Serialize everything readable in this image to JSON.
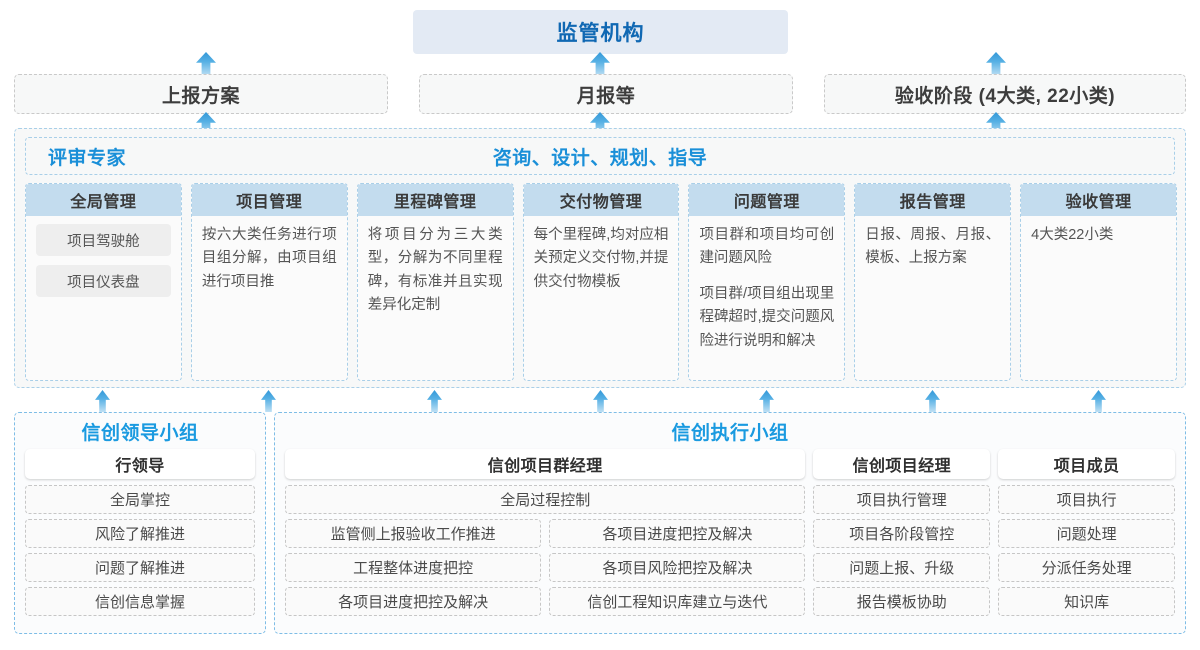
{
  "top": {
    "regulator": "监管机构",
    "reports": [
      {
        "label": "上报方案"
      },
      {
        "label": "月报等"
      },
      {
        "label": "验收阶段 (4大类, 22小类)"
      }
    ]
  },
  "middle": {
    "header_left": "评审专家",
    "header_center": "咨询、设计、规划、指导",
    "columns": [
      {
        "title": "全局管理",
        "pills": [
          "项目驾驶舱",
          "项目仪表盘"
        ],
        "paragraphs": []
      },
      {
        "title": "项目管理",
        "pills": [],
        "paragraphs": [
          "按六大类任务进行项目组分解，由项目组进行项目推"
        ]
      },
      {
        "title": "里程碑管理",
        "pills": [],
        "paragraphs": [
          "将项目分为三大类型，分解为不同里程碑，有标准并且实现差异化定制"
        ]
      },
      {
        "title": "交付物管理",
        "pills": [],
        "paragraphs": [
          "每个里程碑,均对应相关预定义交付物,并提供交付物模板"
        ]
      },
      {
        "title": "问题管理",
        "pills": [],
        "paragraphs": [
          "项目群和项目均可创建问题风险",
          "项目群/项目组出现里程碑超时,提交问题风险进行说明和解决"
        ]
      },
      {
        "title": "报告管理",
        "pills": [],
        "paragraphs": [
          "日报、周报、月报、模板、上报方案"
        ]
      },
      {
        "title": "验收管理",
        "pills": [],
        "paragraphs": [
          "4大类22小类"
        ]
      }
    ]
  },
  "bottom": {
    "leader_group": {
      "title": "信创领导小组",
      "role": "行领导",
      "tasks": [
        "全局掌控",
        "风险了解推进",
        "问题了解推进",
        "信创信息掌握"
      ]
    },
    "exec_group": {
      "title": "信创执行小组",
      "program_manager": {
        "role": "信创项目群经理",
        "full_task": "全局过程控制",
        "left_tasks": [
          "监管侧上报验收工作推进",
          "工程整体进度把控",
          "各项目进度把控及解决"
        ],
        "right_tasks": [
          "各项目进度把控及解决",
          "各项目风险把控及解决",
          "信创工程知识库建立与迭代"
        ]
      },
      "project_manager": {
        "role": "信创项目经理",
        "tasks": [
          "项目执行管理",
          "项目各阶段管控",
          "问题上报、升级",
          "报告模板协助"
        ]
      },
      "project_member": {
        "role": "项目成员",
        "tasks": [
          "项目执行",
          "问题处理",
          "分派任务处理",
          "知识库"
        ]
      }
    }
  },
  "colors": {
    "brand_blue": "#1a8fd8",
    "header_blue": "#c3dcee",
    "top_box_bg": "#e3eaf4",
    "arrow_blue": "#3398d8"
  }
}
